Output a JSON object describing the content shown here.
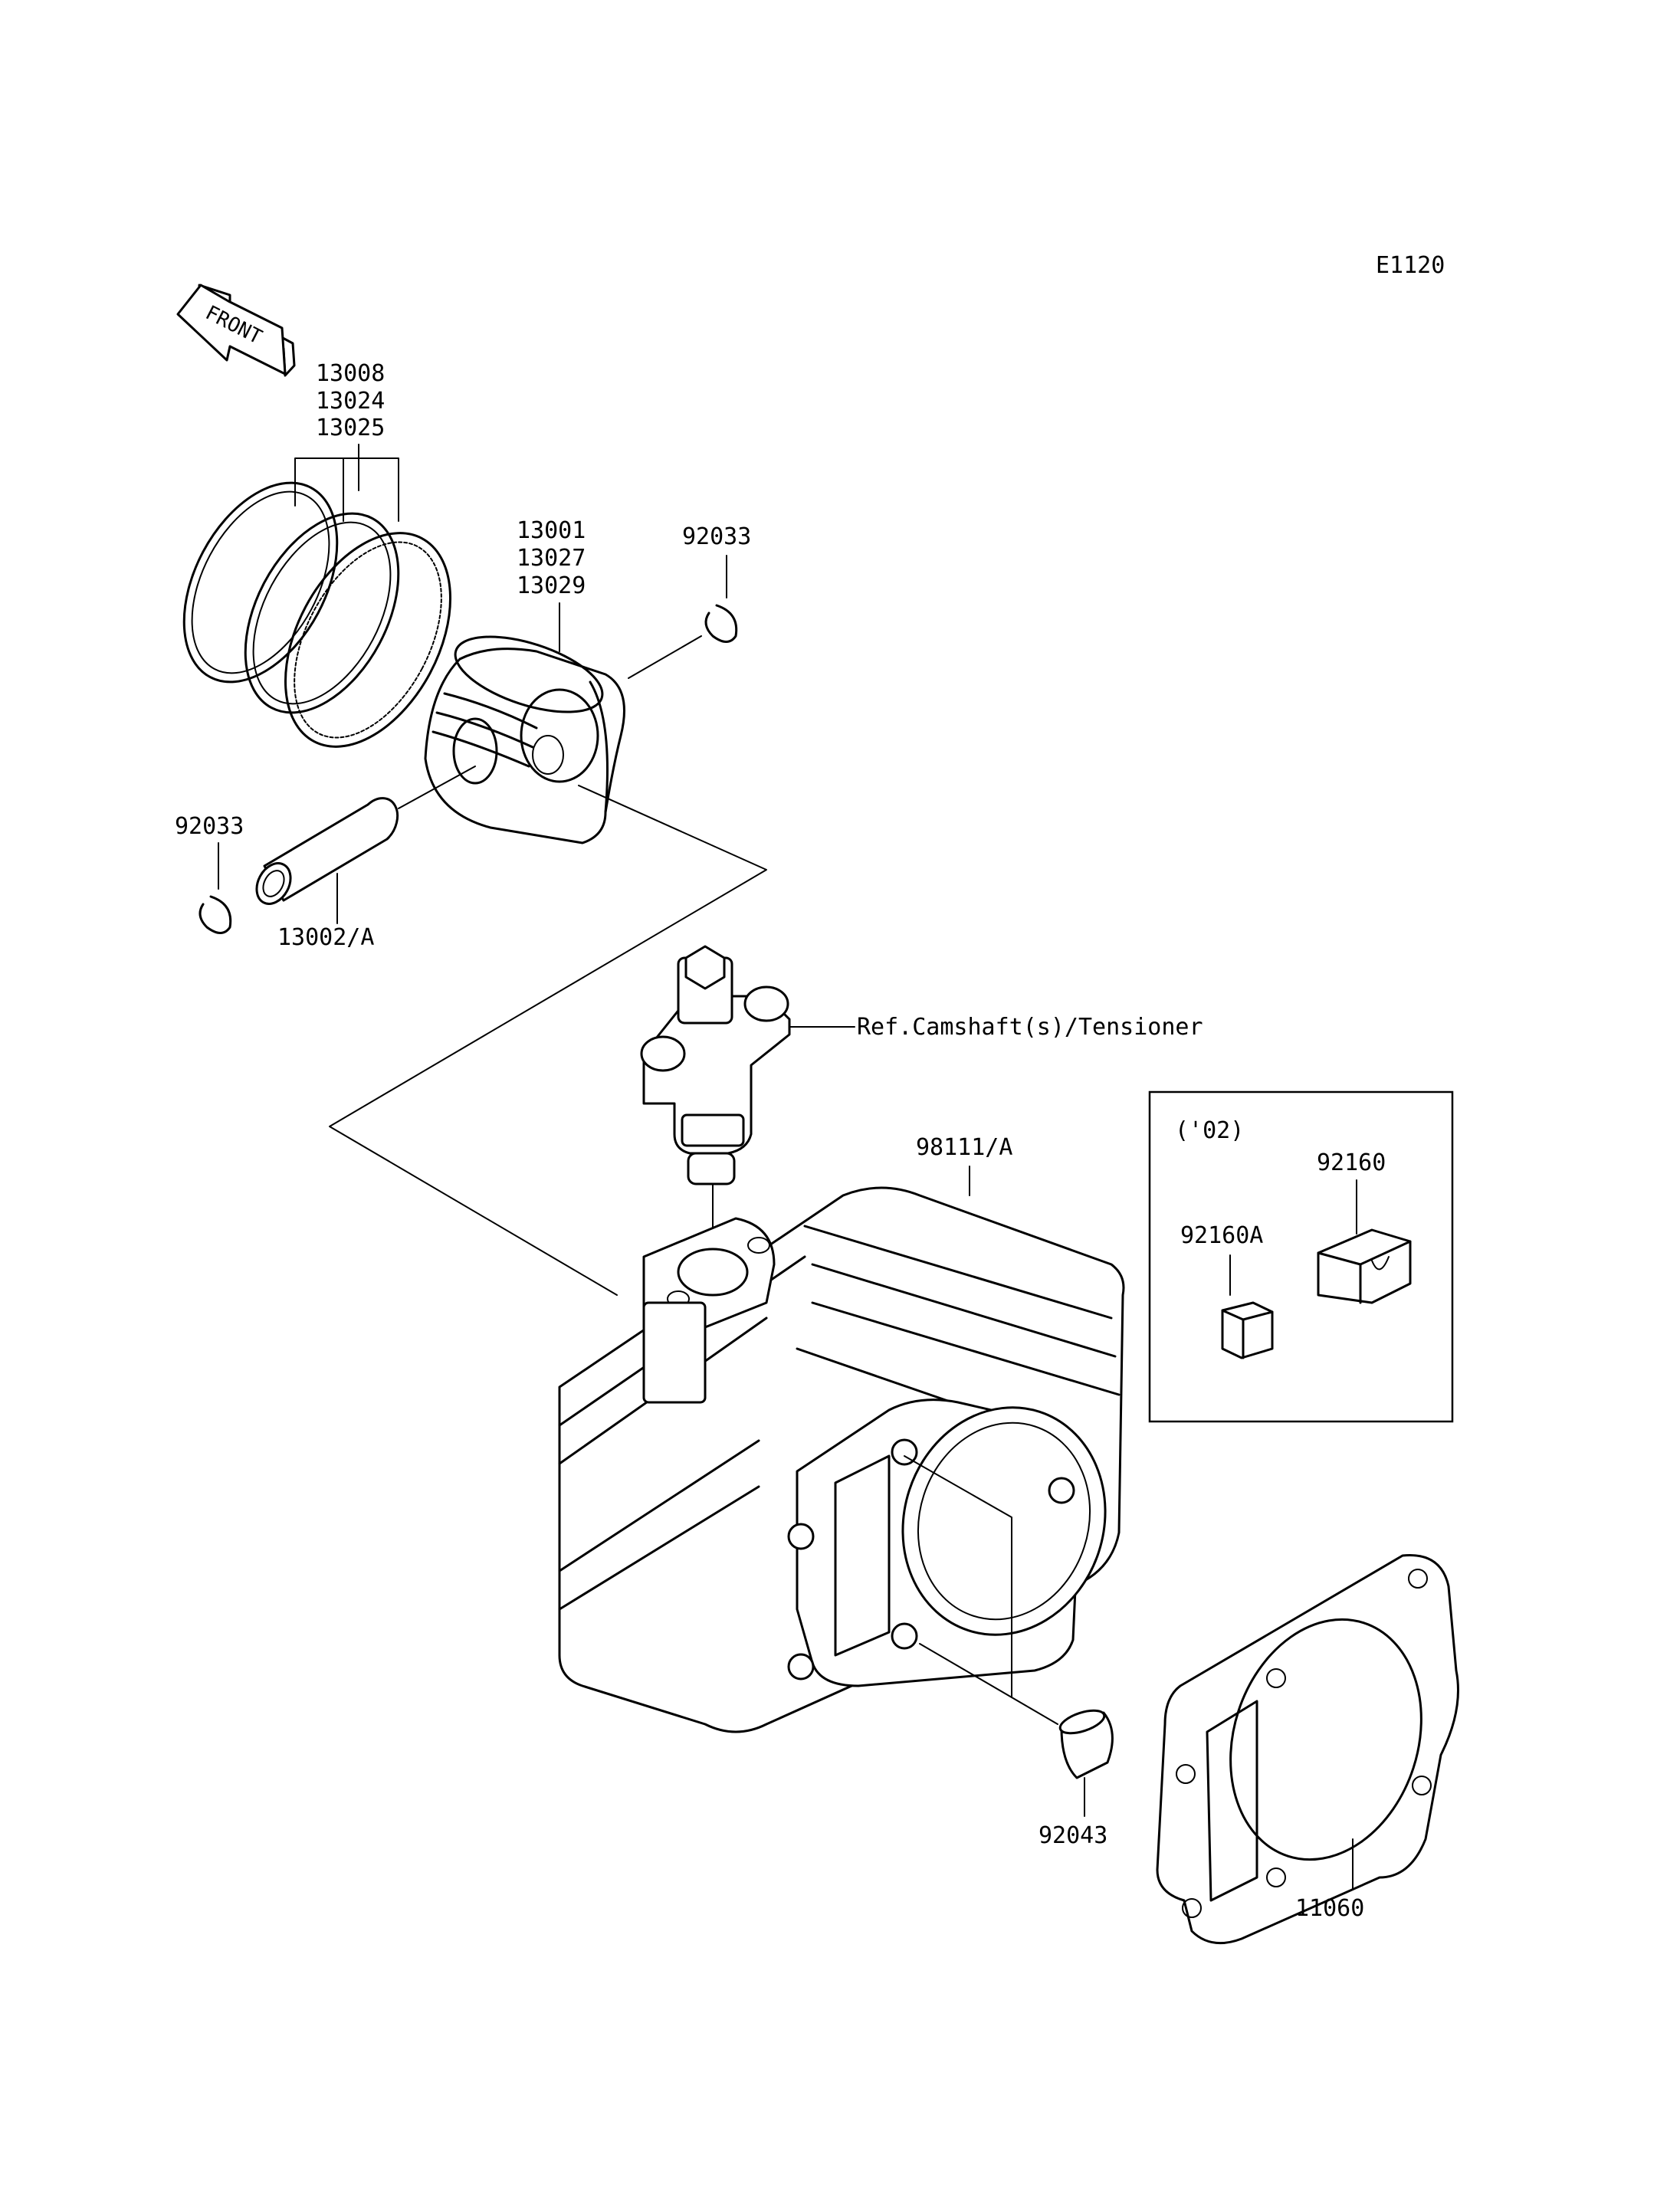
{
  "diagram_code": "E1120",
  "front_arrow": {
    "label": "FRONT",
    "icon": "front-direction-arrow-icon"
  },
  "labels": {
    "piston_rings": [
      "13008",
      "13024",
      "13025"
    ],
    "piston": [
      "13001",
      "13027",
      "13029"
    ],
    "circlip_right": "92033",
    "circlip_left": "92033",
    "piston_pin": "13002/A",
    "tensioner_ref": "Ref.Camshaft(s)/Tensioner",
    "cylinder": "98111/A",
    "dowel_pin": "92043",
    "head_gasket": "11060"
  },
  "inset": {
    "title": "('02)",
    "part_a": "92160",
    "part_b": "92160A"
  }
}
